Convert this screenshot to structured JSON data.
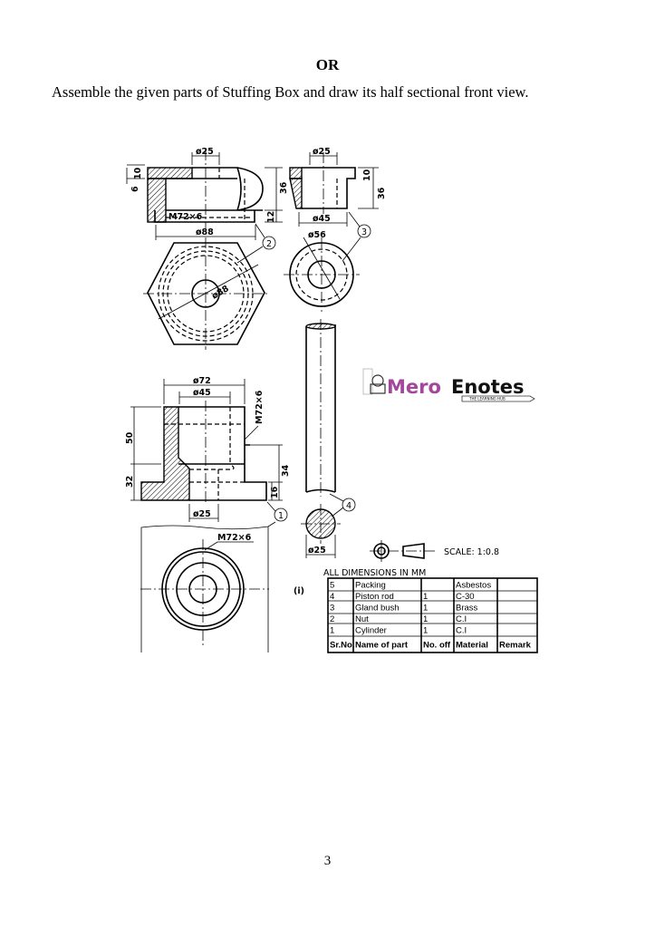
{
  "heading": "OR",
  "instruction": "Assemble the given parts of Stuffing Box and draw its half sectional front view.",
  "page_number": "3",
  "logo": {
    "part1": "Mero",
    "part2": "Enotes",
    "tagline": "THE LEARNING HUB"
  },
  "drawing": {
    "nut": {
      "bore": "ø25",
      "dim_10": "10",
      "dim_6": "6",
      "dim_36": "36",
      "dim_12": "12",
      "thread": "M72×6",
      "outer": "ø88",
      "top_dia": "ø88",
      "balloon": "2"
    },
    "gland": {
      "bore": "ø25",
      "dim_10": "10",
      "dim_36": "36",
      "body": "ø45",
      "flange": "ø56",
      "balloon": "3"
    },
    "rod": {
      "dia": "ø25",
      "balloon": "4"
    },
    "cylinder": {
      "outer": "ø72",
      "inner": "ø45",
      "thread": "M72×6",
      "dim_50": "50",
      "dim_32": "32",
      "dim_34": "34",
      "dim_16": "16",
      "bore": "ø25",
      "balloon": "1",
      "top_thread": "M72×6"
    },
    "view_mark": "(i)",
    "scale": "SCALE: 1:0.8",
    "dims_note": "ALL DIMENSIONS IN MM"
  },
  "parts_table": {
    "headers": [
      "Sr.No.",
      "Name of part",
      "No. off",
      "Material",
      "Remark"
    ],
    "rows": [
      [
        "5",
        "Packing",
        "",
        "Asbestos",
        ""
      ],
      [
        "4",
        "Piston rod",
        "1",
        "C-30",
        ""
      ],
      [
        "3",
        "Gland bush",
        "1",
        "Brass",
        ""
      ],
      [
        "2",
        "Nut",
        "1",
        "C.I",
        ""
      ],
      [
        "1",
        "Cylinder",
        "1",
        "C.I",
        ""
      ]
    ]
  }
}
